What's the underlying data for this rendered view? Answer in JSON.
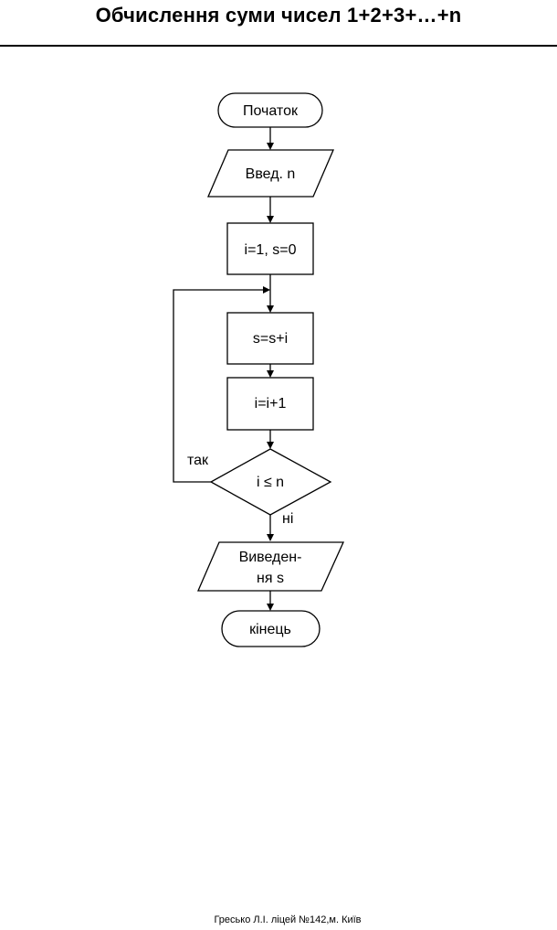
{
  "page": {
    "title": "Обчислення суми чисел 1+2+3+…+n",
    "footer": "Гресько Л.І. ліцей №142,м. Київ"
  },
  "flowchart": {
    "start": "Початок",
    "input": "Введ. n",
    "init": "i=1, s=0",
    "accumulate": "s=s+i",
    "increment": "i=i+1",
    "condition": "i ≤ n",
    "branch_yes": "так",
    "branch_no": "ні",
    "output_line1": "Виведен-",
    "output_line2": "ня s",
    "end": "кінець"
  }
}
